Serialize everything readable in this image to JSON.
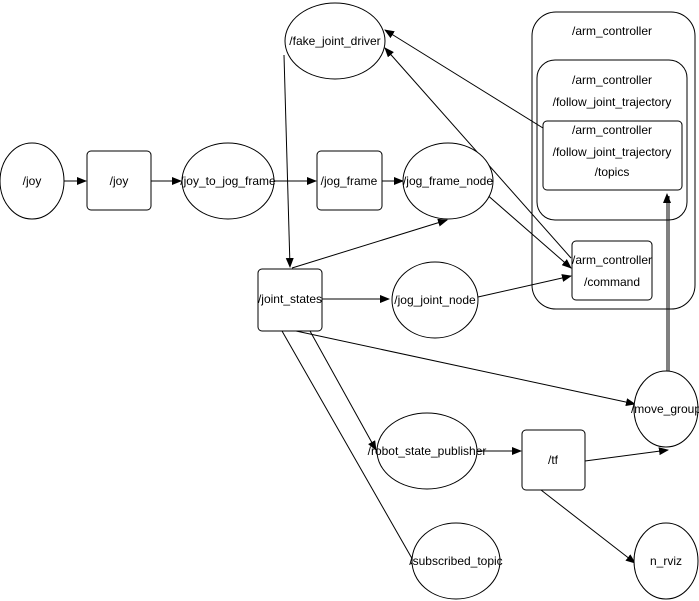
{
  "diagram": {
    "groups": {
      "arm_controller": {
        "label": "/arm_controller"
      },
      "follow_joint_trajectory": {
        "line1": "/arm_controller",
        "line2": "/follow_joint_trajectory"
      }
    },
    "nodes": {
      "joy_node": {
        "label": "/joy"
      },
      "joy_topic": {
        "label": "/joy"
      },
      "joy_to_jog_frame": {
        "label": "/joy_to_jog_frame"
      },
      "jog_frame_topic": {
        "label": "/jog_frame"
      },
      "jog_frame_node": {
        "label": "/jog_frame_node"
      },
      "fake_joint_driver": {
        "label": "/fake_joint_driver"
      },
      "joint_states": {
        "label": "/joint_states"
      },
      "jog_joint_node": {
        "label": "/jog_joint_node"
      },
      "fjt_topics": {
        "line1": "/arm_controller",
        "line2": "/follow_joint_trajectory",
        "line3": "/topics"
      },
      "arm_command": {
        "line1": "/arm_controller",
        "line2": "/command"
      },
      "move_group": {
        "label": "/move_group"
      },
      "robot_state_publisher": {
        "label": "/robot_state_publisher"
      },
      "tf": {
        "label": "/tf"
      },
      "n_rviz": {
        "label": "n_rviz"
      },
      "subscribed_topic": {
        "label": "/subscribed_topic"
      }
    }
  }
}
